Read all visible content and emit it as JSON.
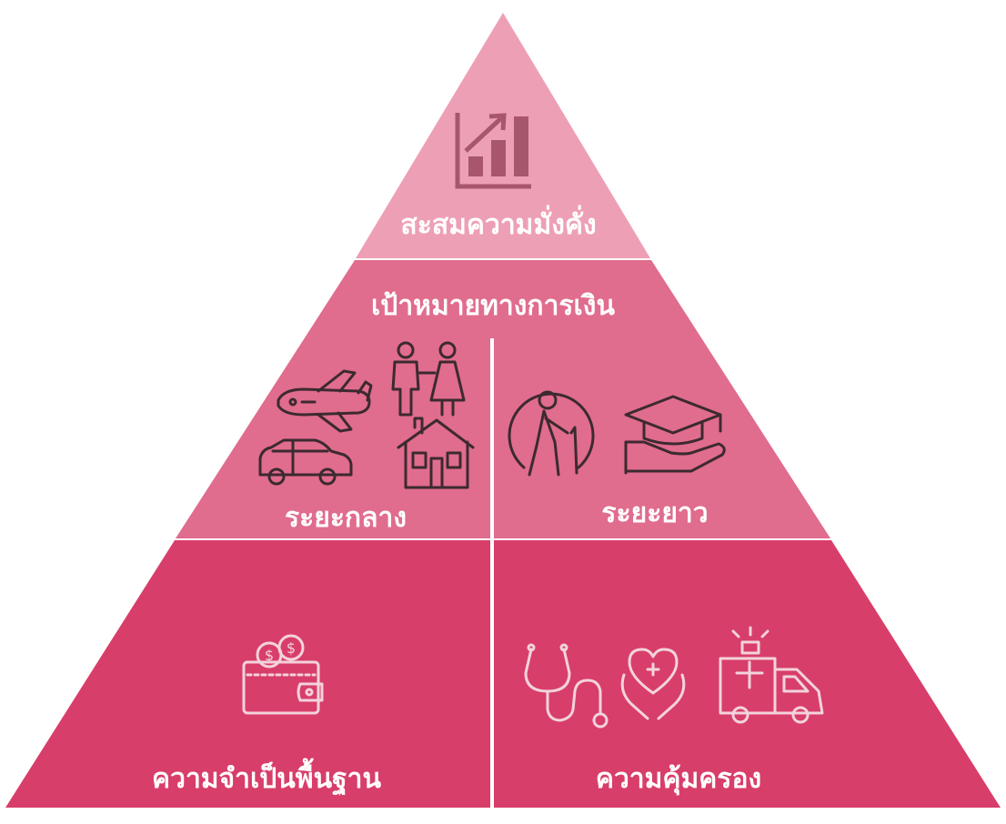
{
  "colors": {
    "tier_top": "#eda0b5",
    "tier_middle": "#e06c8e",
    "tier_bottom": "#d83e6a",
    "tier_top_icon": "#a8566e",
    "line_icon": "#f3d3dc",
    "label_text": "#ffffff",
    "divider": "#ffffff"
  },
  "tiers": {
    "top": {
      "label": "สะสมความมั่งคั่ง",
      "icon": "growth-bar-chart-icon"
    },
    "middle": {
      "title": "เป้าหมายทางการเงิน",
      "left": {
        "label": "ระยะกลาง",
        "icons": [
          "airplane-icon",
          "couple-icon",
          "car-icon",
          "house-icon"
        ]
      },
      "right": {
        "label": "ระยะยาว",
        "icons": [
          "elderly-person-icon",
          "graduation-cap-hand-icon"
        ]
      }
    },
    "bottom": {
      "left": {
        "label": "ความจำเป็นพื้นฐาน",
        "icons": [
          "wallet-coins-icon"
        ]
      },
      "right": {
        "label": "ความคุ้มครอง",
        "icons": [
          "stethoscope-icon",
          "heart-hands-icon",
          "ambulance-icon"
        ]
      }
    }
  }
}
